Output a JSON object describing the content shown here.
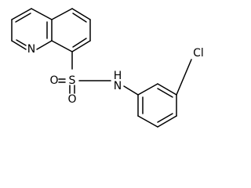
{
  "molecule": {
    "atoms": {
      "ring_n": "N",
      "sulfur": "S",
      "oxygen_1": "O",
      "oxygen_2": "O",
      "amide_n": "N",
      "amide_h": "H",
      "chlorine": "Cl"
    }
  }
}
